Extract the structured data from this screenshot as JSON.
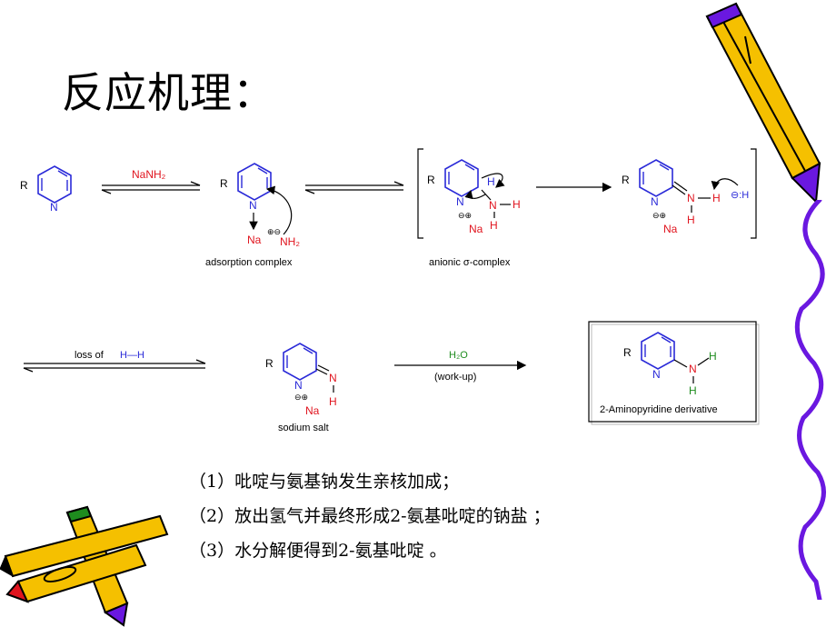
{
  "slide": {
    "title": "反应机理："
  },
  "scheme": {
    "reagent_nanh2": "NaNH₂",
    "r_group": "R",
    "n_atom": "N",
    "na_atom": "Na",
    "nh2": "NH₂",
    "charge_pm": "⊕⊖",
    "charge_mp": "⊖⊕",
    "label_adsorption": "adsorption complex",
    "label_sigma": "anionic σ-complex",
    "h_minus": "⊖:H",
    "loss_of_text": "loss of",
    "loss_of_hh": "H—H",
    "h2o": "H₂O",
    "workup": "(work-up)",
    "label_sodium_salt": "sodium salt",
    "label_product": "2-Aminopyridine derivative"
  },
  "steps": [
    "（1）吡啶与氨基钠发生亲核加成；",
    "（2）放出氢气并最终形成2-氨基吡啶的钠盐 ；",
    "（3）水分解便得到2-氨基吡啶 。"
  ],
  "colors": {
    "ring_blue": "#2a2ad8",
    "atom_red": "#e0141e",
    "green": "#1e8c1e",
    "pencil_yellow": "#f5c000",
    "pencil_purple": "#6a18e0"
  }
}
